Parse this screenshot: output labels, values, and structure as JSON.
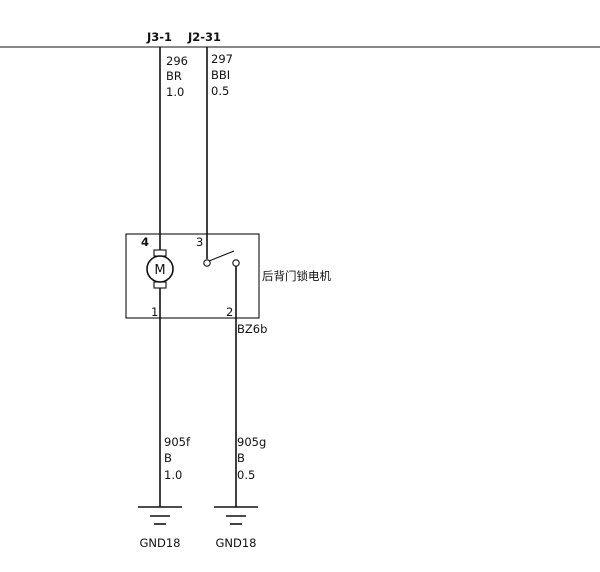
{
  "connectors": {
    "top_left": "J3-1",
    "top_right": "J2-31"
  },
  "wires_top": {
    "left": {
      "circuit": "296",
      "color": "BR",
      "gauge": "1.0"
    },
    "right": {
      "circuit": "297",
      "color": "BBI",
      "gauge": "0.5"
    }
  },
  "component": {
    "name": "后背门锁电机",
    "connector": "BZ6b",
    "motor_symbol": "M",
    "pins": {
      "p1": "1",
      "p2": "2",
      "p3": "3",
      "p4": "4"
    }
  },
  "wires_bottom": {
    "left": {
      "circuit": "905f",
      "color": "B",
      "gauge": "1.0"
    },
    "right": {
      "circuit": "905g",
      "color": "B",
      "gauge": "0.5"
    }
  },
  "grounds": {
    "left": "GND18",
    "right": "GND18"
  }
}
